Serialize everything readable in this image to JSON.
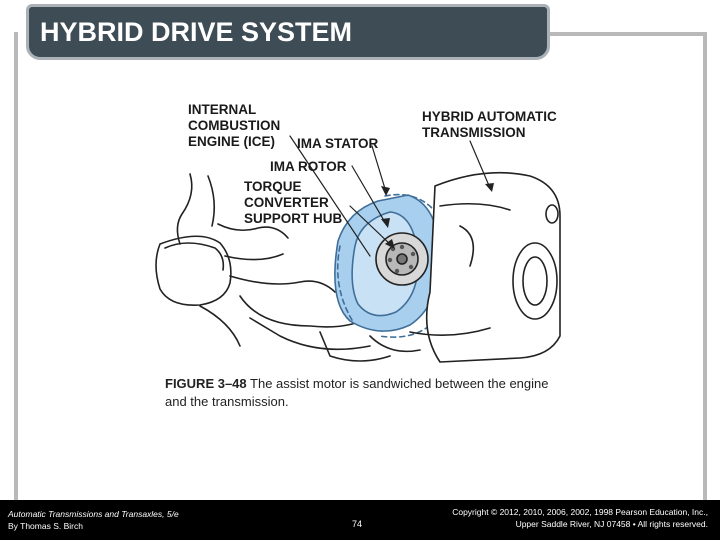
{
  "slide": {
    "title": "HYBRID DRIVE SYSTEM"
  },
  "figure": {
    "callouts": {
      "ice": "INTERNAL\nCOMBUSTION\nENGINE (ICE)",
      "stator": "IMA STATOR",
      "rotor": "IMA ROTOR",
      "hub": "TORQUE\nCONVERTER\nSUPPORT HUB",
      "transmission": "HYBRID AUTOMATIC\nTRANSMISSION"
    },
    "colors": {
      "highlight": "#a9cfee",
      "line": "#222222"
    }
  },
  "caption": {
    "figure_number": "FIGURE 3–48",
    "text": " The assist motor is sandwiched between the engine and the transmission."
  },
  "footer": {
    "book_title": "Automatic Transmissions and Transaxles, 5/e",
    "author": "By Thomas S. Birch",
    "page": "74",
    "copyright_line1": "Copyright © 2012, 2010, 2006, 2002, 1998 Pearson Education, Inc.,",
    "copyright_line2": "Upper Saddle River, NJ 07458 • All rights reserved."
  }
}
